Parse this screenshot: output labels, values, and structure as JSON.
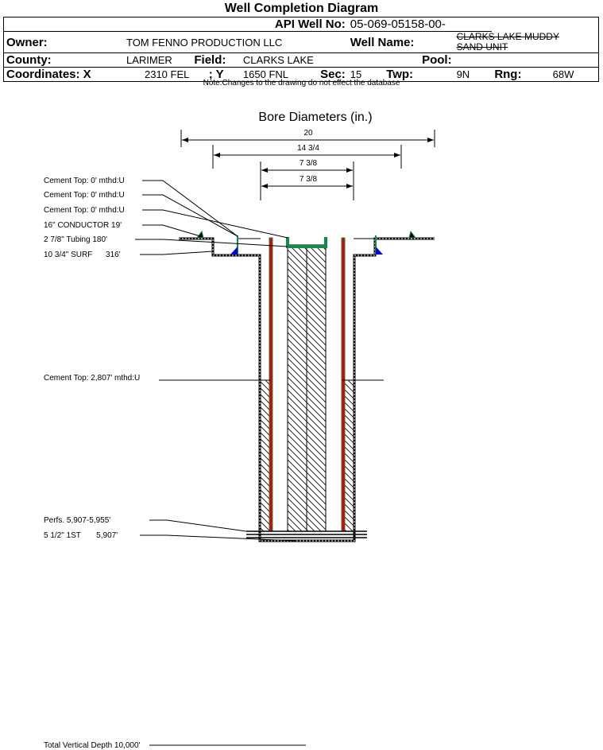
{
  "title": "Well Completion Diagram",
  "header": {
    "api_label": "API Well No:",
    "api_value": "05-069-05158-00-",
    "owner_label": "Owner:",
    "owner_value": "TOM FENNO PRODUCTION LLC",
    "well_name_label": "Well Name:",
    "well_name_value_1": "CLARKS LAKE MUDDY",
    "well_name_value_2": "SAND UNIT",
    "county_label": "County:",
    "county_value": "LARIMER",
    "field_label": "Field:",
    "field_value": "CLARKS LAKE",
    "pool_label": "Pool:",
    "coord_x_label": "Coordinates: X",
    "coord_x_value": "2310 FEL",
    "coord_y_label": "; Y",
    "coord_y_value": "1650 FNL",
    "sec_label": "Sec:",
    "sec_value": "15",
    "twp_label": "Twp:",
    "twp_value": "9N",
    "rng_label": "Rng:",
    "rng_value": "68W"
  },
  "note": "Note:Changes to the drawing do not effect the database",
  "diagram": {
    "bore_title": "Bore Diameters (in.)",
    "diameters": [
      "20",
      "14 3/4",
      "7 3/8",
      "7 3/8"
    ],
    "labels": [
      "Cement Top: 0' mthd:U",
      "Cement Top: 0' mthd:U",
      "Cement Top: 0' mthd:U",
      "16\" CONDUCTOR  19'",
      "2 7/8\" Tubing 180'",
      "10 3/4\" SURF      316'",
      "Cement Top: 2,807' mthd:U",
      "Perfs. 5,907-5,955'",
      "5 1/2\" 1ST       5,907'",
      "Total Vertical Depth 10,000'"
    ],
    "colors": {
      "cement": "#138a4a",
      "tubing": "#e00000",
      "shoe": "#0000e0"
    }
  }
}
